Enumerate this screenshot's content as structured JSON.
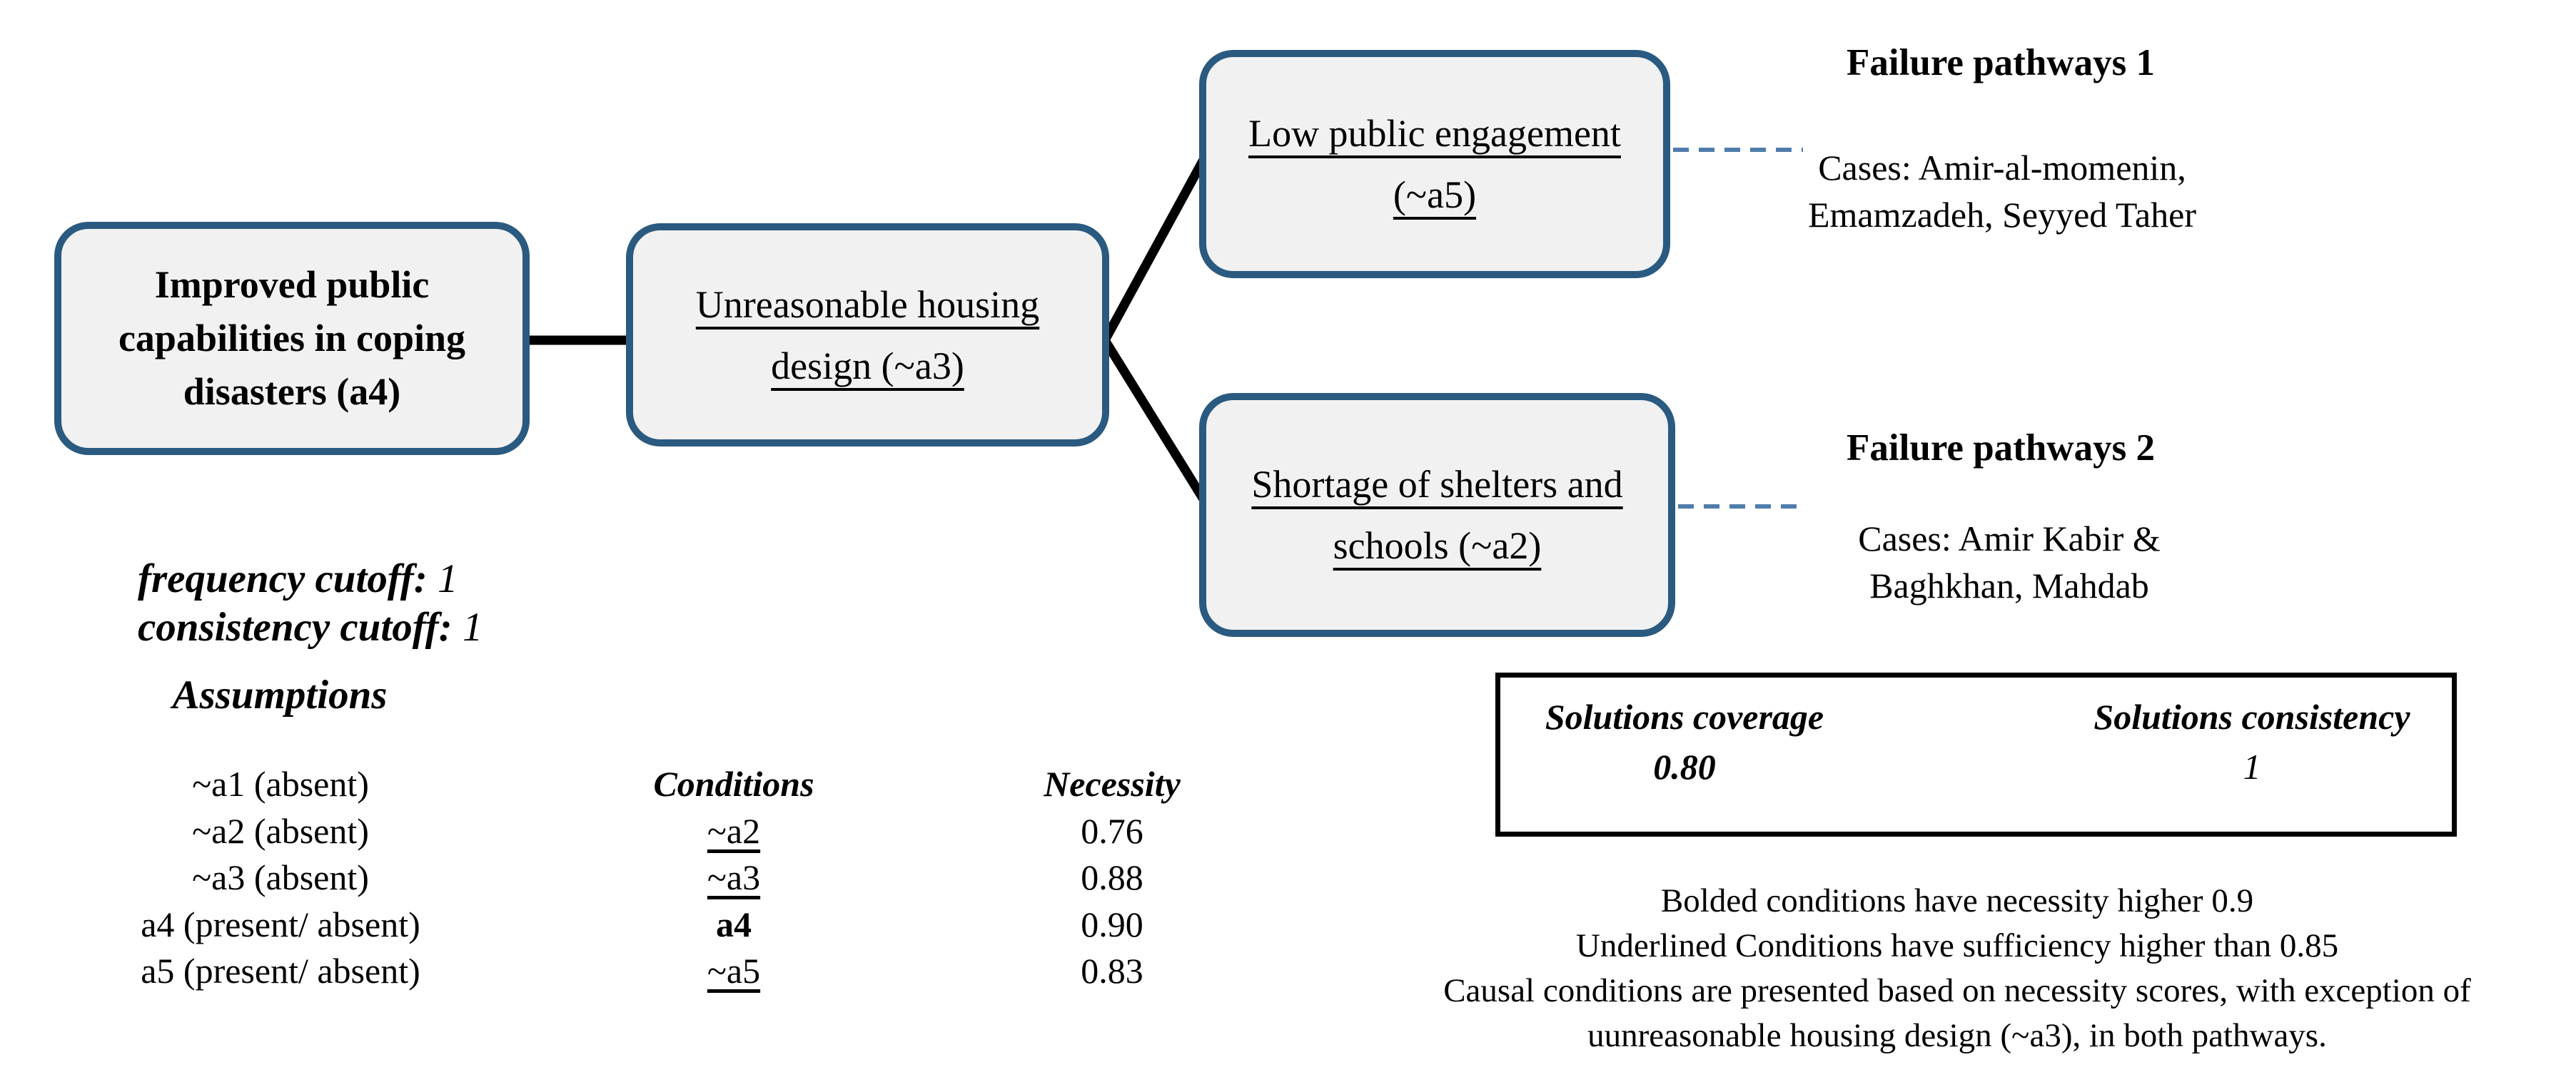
{
  "colors": {
    "node_border": "#2A5A80",
    "node_fill": "#F1F1F1",
    "connector": "#000000",
    "dashed_line": "#4F7DAB",
    "solutions_border": "#000000"
  },
  "nodes": {
    "outcome": {
      "label": "Improved public capabilities in coping disasters (a4)",
      "lines": [
        "Improved public",
        "capabilities in coping",
        "disasters (a4)"
      ]
    },
    "root_condition": {
      "label": "Unreasonable housing design (~a3)",
      "lines": [
        "Unreasonable housing",
        "design (~a3)"
      ]
    },
    "pathway1_condition": {
      "label": "Low public engagement (~a5)",
      "lines": [
        "Low public engagement",
        "(~a5)"
      ]
    },
    "pathway2_condition": {
      "label": "Shortage of shelters and schools (~a2)",
      "lines": [
        "Shortage of shelters and",
        "schools (~a2)"
      ]
    }
  },
  "pathway_labels": {
    "pathway1": {
      "title": "Failure pathways 1",
      "cases": [
        "Cases: Amir-al-momenin,",
        "Emamzadeh, Seyyed Taher"
      ]
    },
    "pathway2": {
      "title": "Failure pathways 2",
      "cases": [
        "Cases: Amir Kabir &",
        "Baghkhan, Mahdab"
      ]
    }
  },
  "cutoffs": [
    {
      "label": "frequency cutoff:",
      "value": " 1"
    },
    {
      "label": "consistency cutoff:",
      "value": " 1"
    }
  ],
  "assumptions": {
    "title": "Assumptions",
    "items": [
      "~a1 (absent)",
      "~a2 (absent)",
      "~a3 (absent)",
      "a4 (present/ absent)",
      "a5 (present/ absent)"
    ]
  },
  "conditions_table": {
    "condition_header": "Conditions",
    "necessity_header": "Necessity",
    "rows": [
      {
        "condition": "~a2",
        "necessity": "0.76",
        "underlined": true,
        "bold": false
      },
      {
        "condition": "~a3",
        "necessity": "0.88",
        "underlined": true,
        "bold": false
      },
      {
        "condition": "a4",
        "necessity": "0.90",
        "underlined": false,
        "bold": true
      },
      {
        "condition": "~a5",
        "necessity": "0.83",
        "underlined": true,
        "bold": false
      }
    ]
  },
  "solutions": {
    "coverage_label": "Solutions coverage",
    "coverage_value": "0.80",
    "consistency_label": "Solutions consistency",
    "consistency_value": "1"
  },
  "notes": [
    "Bolded conditions have necessity higher 0.9",
    "Underlined Conditions have sufficiency higher than 0.85",
    "Causal conditions are presented based on necessity scores, with exception of",
    "uunreasonable housing design (~a3), in both pathways."
  ]
}
